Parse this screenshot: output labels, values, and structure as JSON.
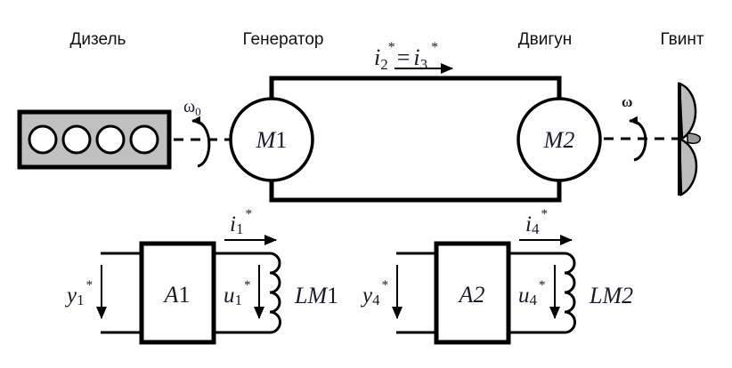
{
  "labels": {
    "diesel": "Дизель",
    "generator": "Генератор",
    "motor": "Двигун",
    "propeller": "Гвинт"
  },
  "machines": {
    "m1": {
      "letter": "M",
      "index": "1"
    },
    "m2": {
      "letter": "M",
      "index": "2"
    }
  },
  "speeds": {
    "omega0": {
      "symbol": "ω",
      "sub": "0"
    },
    "omega": {
      "symbol": "ω"
    }
  },
  "current_main": {
    "left_var": "i",
    "left_sub": "2",
    "left_sup": "*",
    "eq": "=",
    "right_var": "i",
    "right_sub": "3",
    "right_sup": "*"
  },
  "exciter1": {
    "amp": {
      "letter": "A",
      "index": "1"
    },
    "input": {
      "var": "y",
      "sub": "1",
      "sup": "*"
    },
    "voltage": {
      "var": "u",
      "sub": "1",
      "sup": "*"
    },
    "current": {
      "var": "i",
      "sub": "1",
      "sup": "*"
    },
    "winding": {
      "text": "LM",
      "index": "1"
    }
  },
  "exciter2": {
    "amp": {
      "letter": "A",
      "index": "2"
    },
    "input": {
      "var": "y",
      "sub": "4",
      "sup": "*"
    },
    "voltage": {
      "var": "u",
      "sub": "4",
      "sup": "*"
    },
    "current": {
      "var": "i",
      "sub": "4",
      "sup": "*"
    },
    "winding": {
      "text": "LM",
      "index": "2"
    }
  },
  "colors": {
    "diesel_fill": "#c0c0c0",
    "propeller_fill": "#bdbdbd",
    "line": "#000000"
  }
}
